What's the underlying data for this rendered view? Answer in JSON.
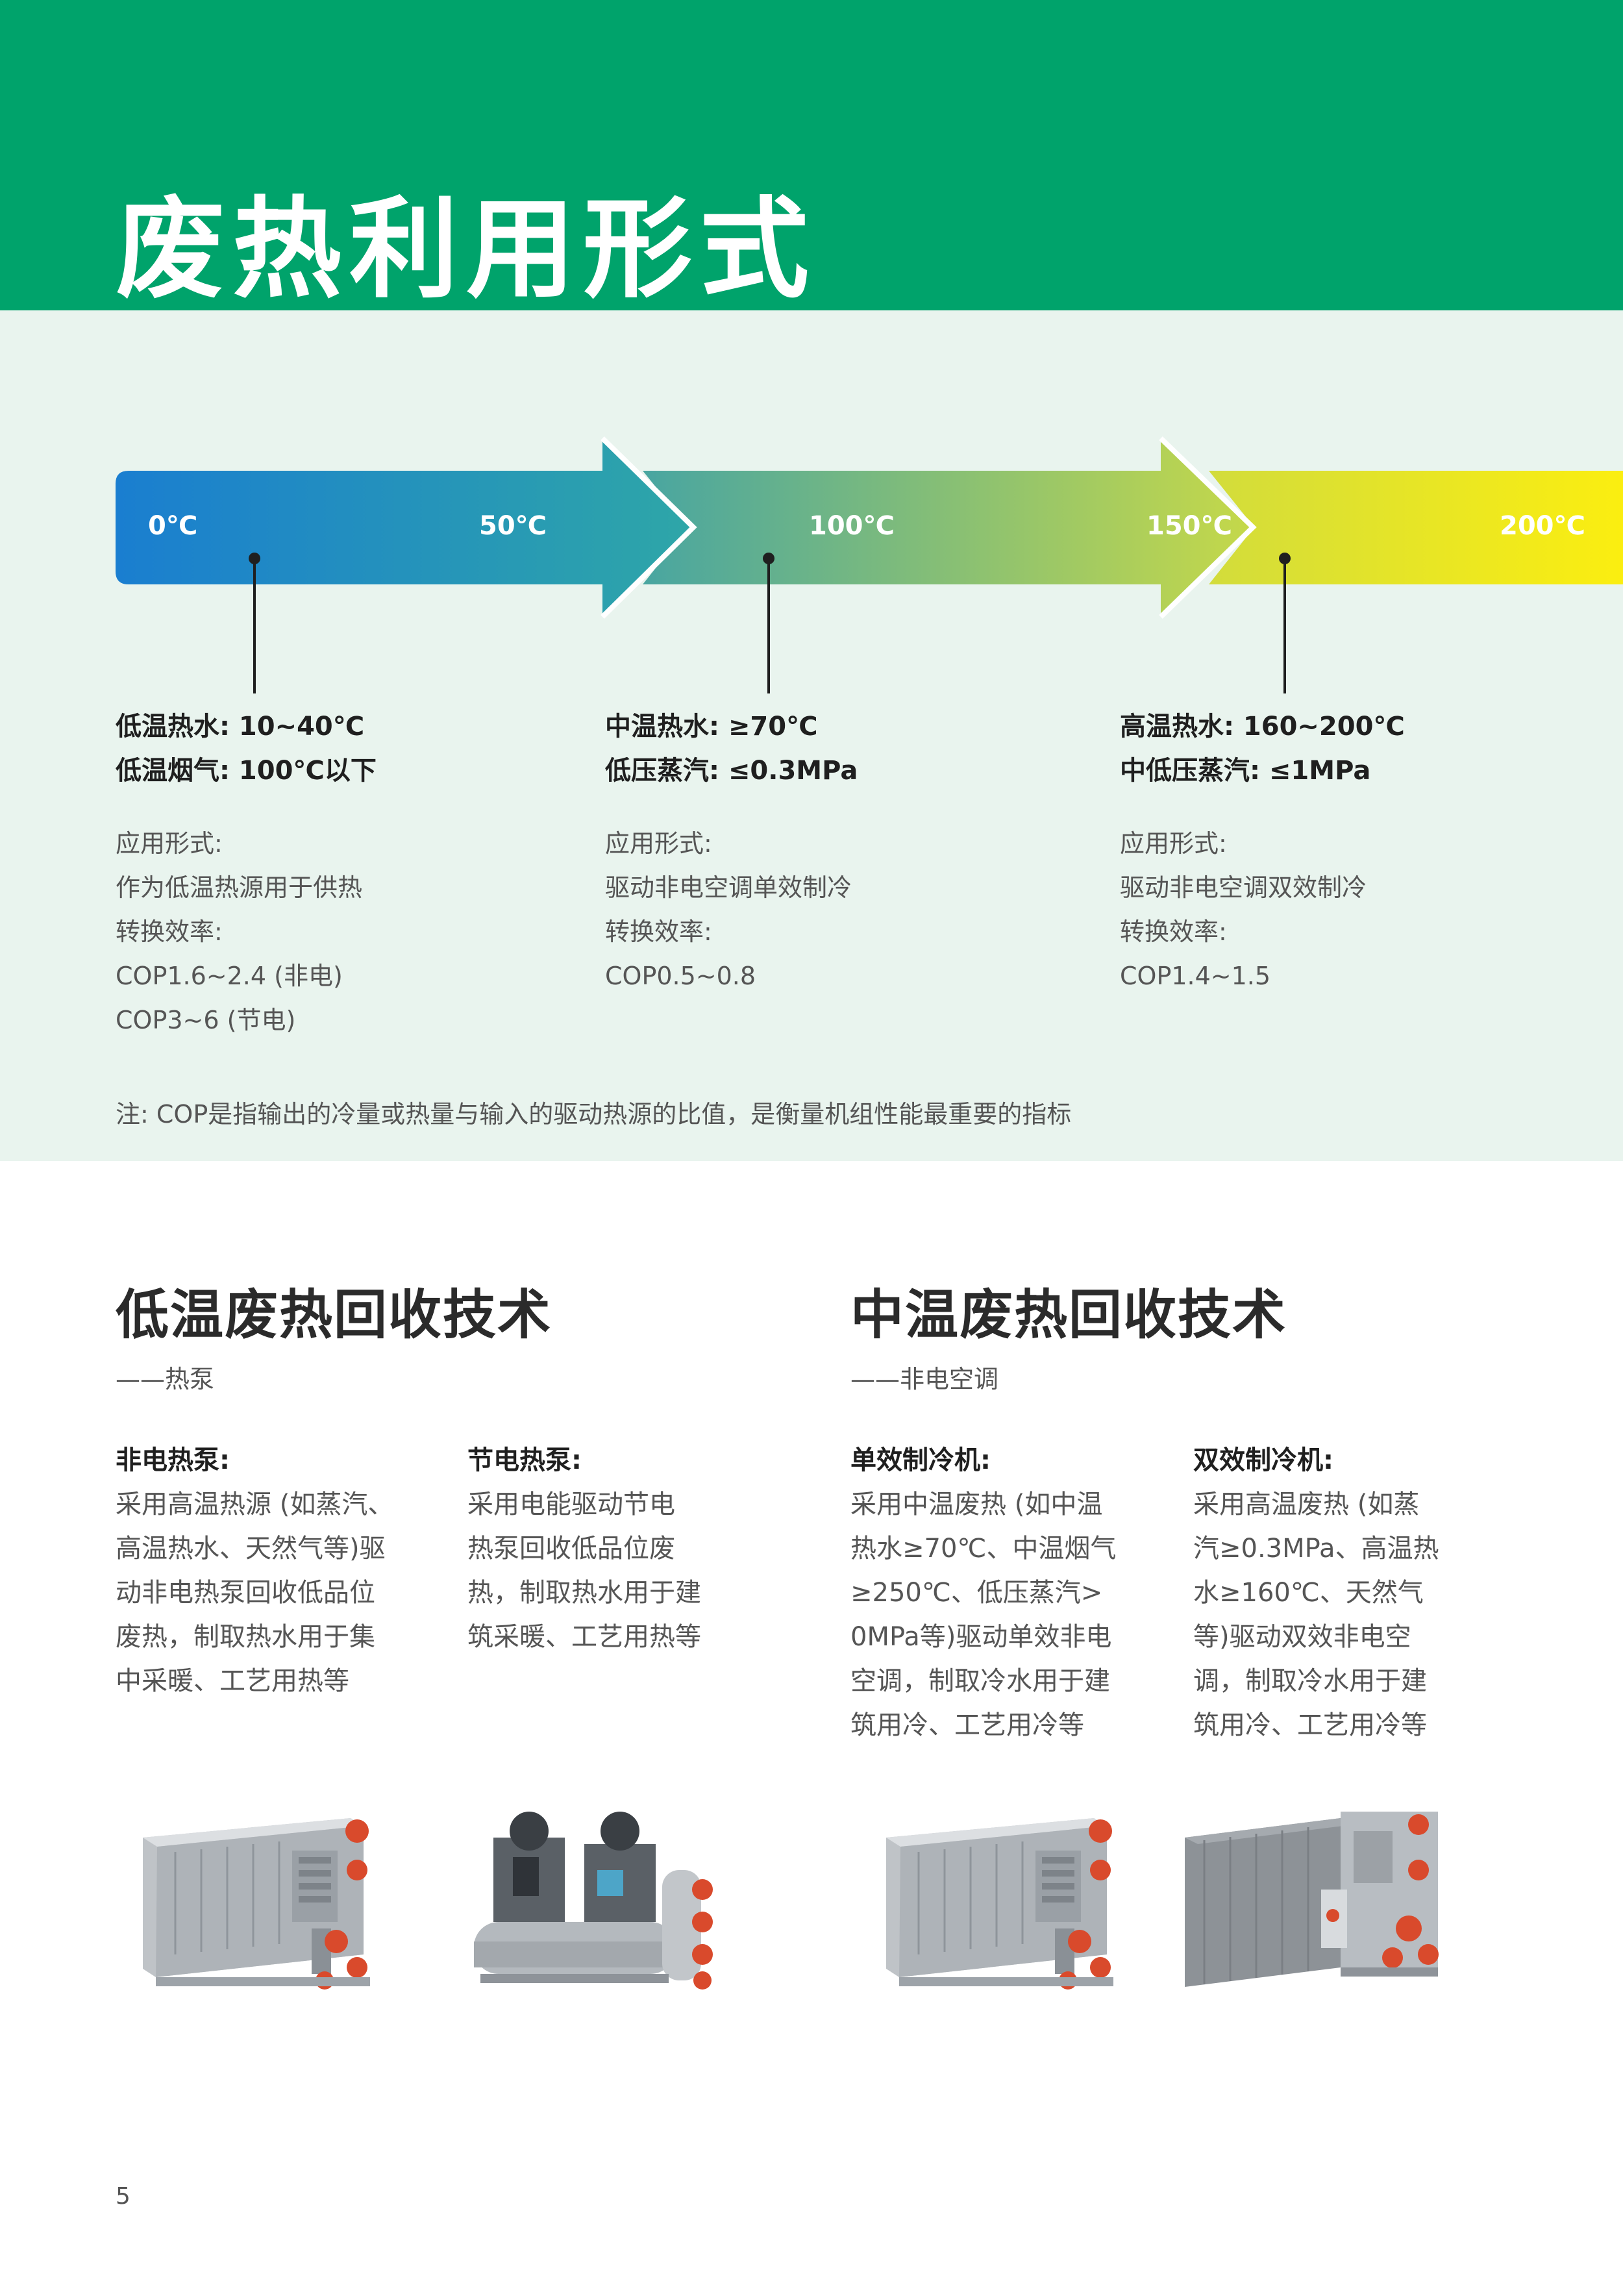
{
  "title": "废热利用形式",
  "scale": {
    "labels": [
      "0℃",
      "50℃",
      "100℃",
      "150℃",
      "200℃"
    ],
    "colors": {
      "blue": "#1a7ed0",
      "teal": "#2ea6a8",
      "green": "#9cc46c",
      "yellow": "#f6ea12"
    }
  },
  "columns": [
    {
      "bold": [
        "低温热水: 10~40℃",
        "低温烟气: 100℃以下"
      ],
      "lines": [
        "应用形式:",
        "作为低温热源用于供热",
        "转换效率:",
        "COP1.6~2.4 (非电)",
        "COP3~6 (节电)"
      ]
    },
    {
      "bold": [
        "中温热水: ≥70℃",
        "低压蒸汽: ≤0.3MPa"
      ],
      "lines": [
        "应用形式:",
        "驱动非电空调单效制冷",
        "转换效率:",
        "COP0.5~0.8"
      ]
    },
    {
      "bold": [
        "高温热水: 160~200℃",
        "中低压蒸汽: ≤1MPa"
      ],
      "lines": [
        "应用形式:",
        "驱动非电空调双效制冷",
        "转换效率:",
        "COP1.4~1.5"
      ]
    }
  ],
  "note": "注: COP是指输出的冷量或热量与输入的驱动热源的比值，是衡量机组性能最重要的指标",
  "sections": [
    {
      "title": "低温废热回收技术",
      "subtitle": "——热泵",
      "items": [
        {
          "head": "非电热泵:",
          "body": [
            "采用高温热源 (如蒸汽、",
            "高温热水、天然气等)驱",
            "动非电热泵回收低品位",
            "废热，制取热水用于集",
            "中采暖、工艺用热等"
          ]
        },
        {
          "head": "节电热泵:",
          "body": [
            "采用电能驱动节电",
            "热泵回收低品位废",
            "热，制取热水用于建",
            "筑采暖、工艺用热等"
          ]
        }
      ]
    },
    {
      "title": "中温废热回收技术",
      "subtitle": "——非电空调",
      "items": [
        {
          "head": "单效制冷机:",
          "body": [
            "采用中温废热 (如中温",
            "热水≥70℃、中温烟气",
            "≥250℃、低压蒸汽>",
            "0MPa等)驱动单效非电",
            "空调，制取冷水用于建",
            "筑用冷、工艺用冷等"
          ]
        },
        {
          "head": "双效制冷机:",
          "body": [
            "采用高温废热 (如蒸",
            "汽≥0.3MPa、高温热",
            "水≥160℃、天然气",
            "等)驱动双效非电空",
            "调，制取冷水用于建",
            "筑用冷、工艺用冷等"
          ]
        }
      ]
    }
  ],
  "page_number": "5"
}
